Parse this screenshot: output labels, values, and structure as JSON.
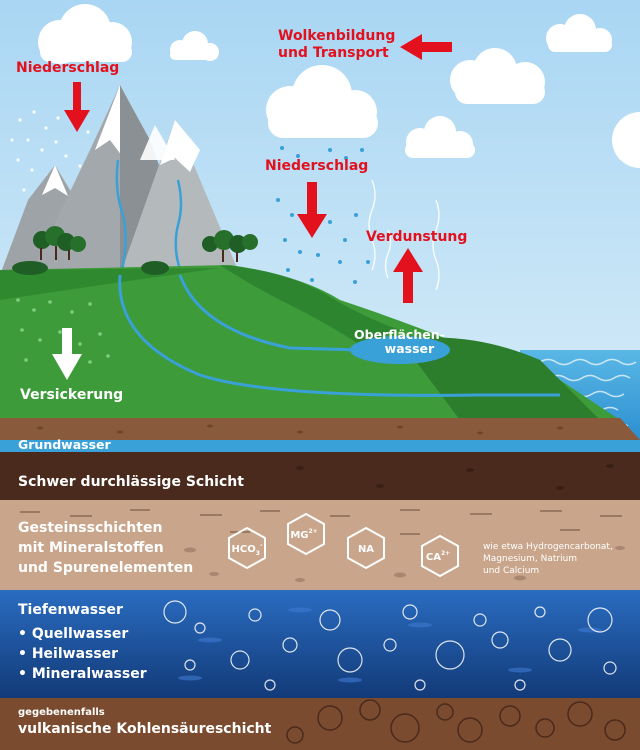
{
  "labels": {
    "niederschlag_left": "Niederschlag",
    "wolkenbildung": [
      "Wolkenbildung",
      "und Transport"
    ],
    "niederschlag_mid": "Niederschlag",
    "verdunstung": "Verdunstung",
    "oberflaechen": [
      "Oberflächen-",
      "wasser"
    ],
    "versickerung": "Versickerung",
    "grundwasser": "Grundwasser",
    "schwer": "Schwer durchlässige Schicht",
    "gestein": [
      "Gesteinsschichten",
      "mit Mineralstoffen",
      "und Spurenelementen"
    ],
    "tiefenwasser": "Tiefenwasser",
    "tiefen_items": [
      "• Quellwasser",
      "• Heilwasser",
      "• Mineralwasser"
    ],
    "kohlen_small": "gegebenenfalls",
    "kohlen": "vulkanische Kohlensäureschicht",
    "mineral_note": [
      "wie etwa Hydrogencarbonat,",
      "Magnesium, Natrium",
      "und Calcium"
    ]
  },
  "minerals": [
    {
      "base": "HCO",
      "sub": "3",
      "sup": "-"
    },
    {
      "base": "MG",
      "sub": "",
      "sup": "2+"
    },
    {
      "base": "NA",
      "sub": "",
      "sup": ""
    },
    {
      "base": "CA",
      "sub": "",
      "sup": "2+"
    }
  ],
  "colors": {
    "sky": "#bfe0f5",
    "arrow_red": "#e3101e",
    "water": "#3aa0d8",
    "grass": "#3e9b3a",
    "soil": "#8a5a3c",
    "dark_soil": "#4a2a1c",
    "rock_layer": "#c9a68b",
    "deep_water": "#1d4f9a",
    "bottom_layer": "#7a4b2f"
  },
  "icons": [
    "cloud-icon",
    "arrow-down-icon",
    "arrow-up-icon",
    "arrow-left-icon",
    "mountain-icon",
    "tree-icon",
    "bubble-icon",
    "hexagon-icon"
  ]
}
